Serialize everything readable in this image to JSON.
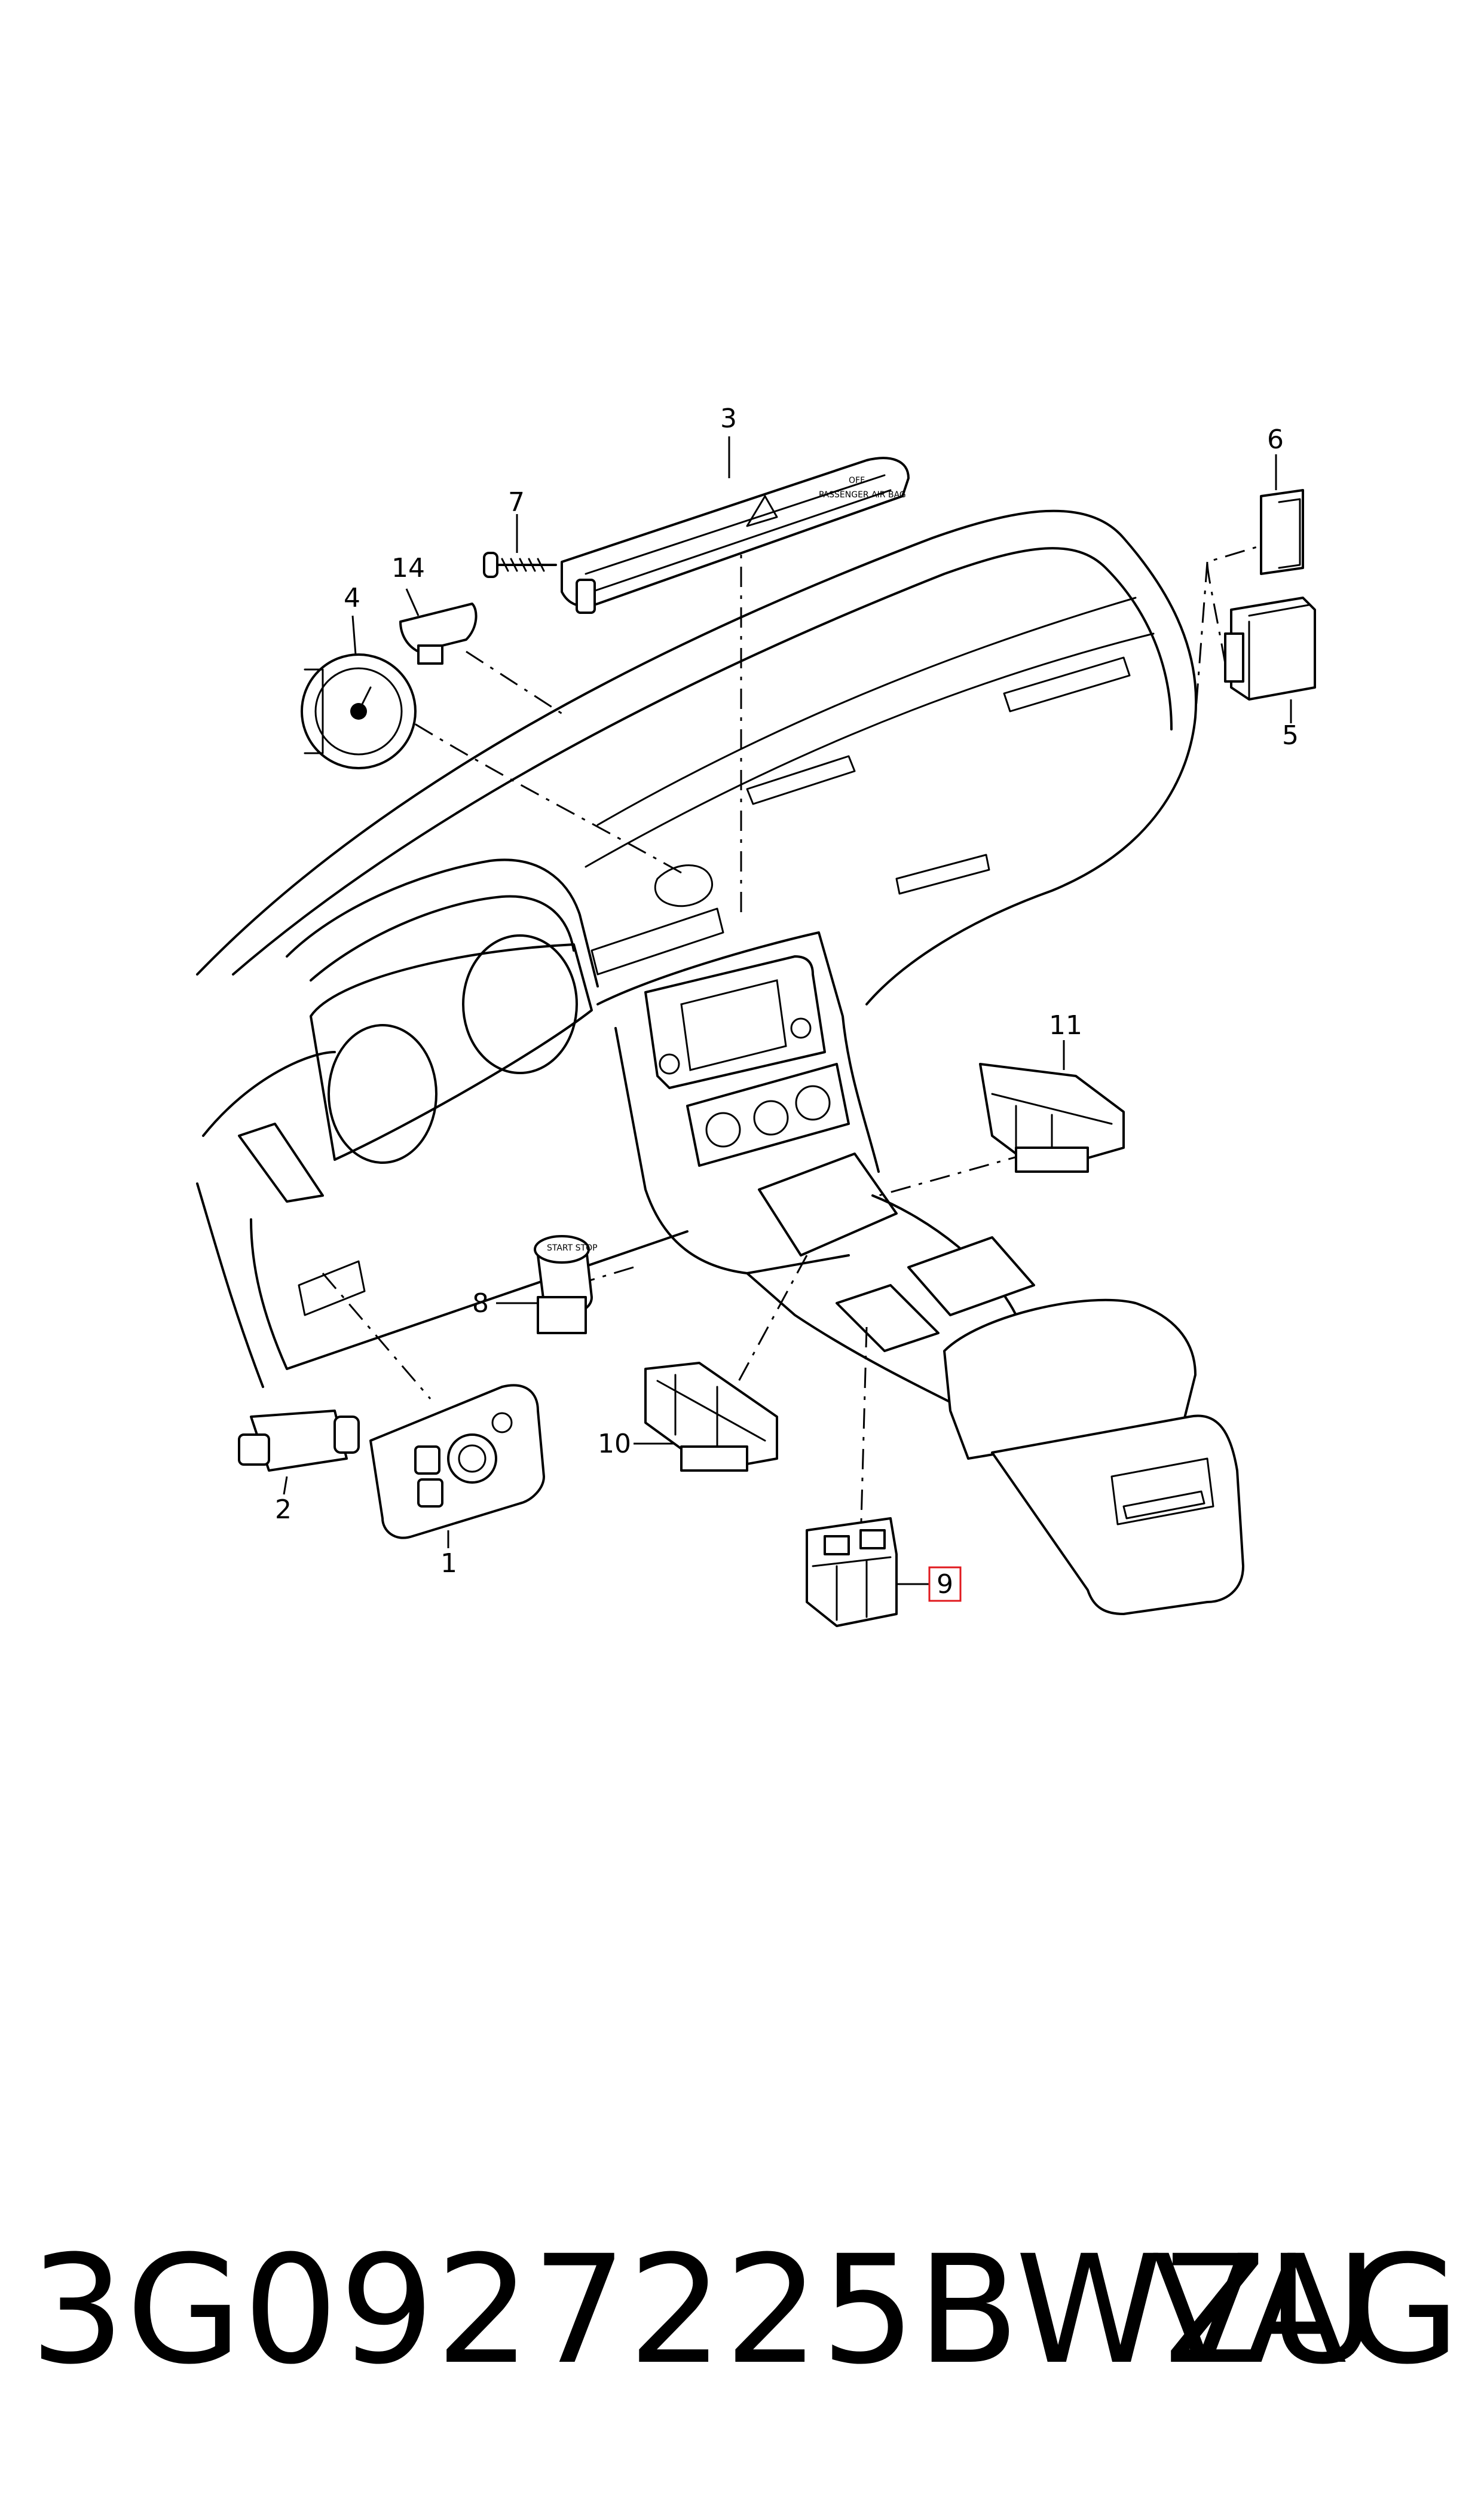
{
  "diagram": {
    "callouts": [
      {
        "id": "1",
        "label": "1"
      },
      {
        "id": "2",
        "label": "2"
      },
      {
        "id": "3",
        "label": "3"
      },
      {
        "id": "4",
        "label": "4"
      },
      {
        "id": "5",
        "label": "5"
      },
      {
        "id": "6",
        "label": "6"
      },
      {
        "id": "7",
        "label": "7"
      },
      {
        "id": "8",
        "label": "8"
      },
      {
        "id": "9",
        "label": "9"
      },
      {
        "id": "10",
        "label": "10"
      },
      {
        "id": "11",
        "label": "11"
      },
      {
        "id": "14",
        "label": "14"
      }
    ],
    "highlighted_callout": "9",
    "highlight_color": "#e0191e",
    "part_markings": {
      "start_button": "START STOP",
      "airbag_label": "PASSENGER AIR BAG",
      "airbag_state": "OFF"
    }
  },
  "footer": {
    "part_number": "3G0927225BWZU",
    "brand": "VAG"
  }
}
